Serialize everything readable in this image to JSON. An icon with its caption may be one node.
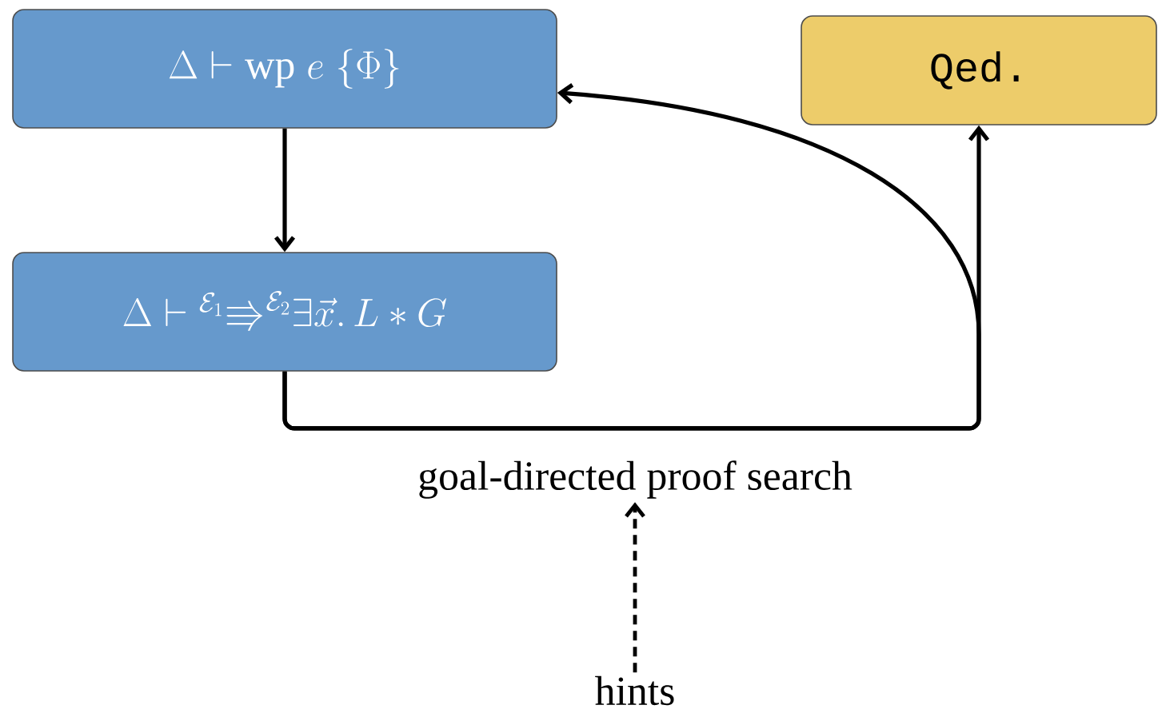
{
  "diagram": {
    "nodes": [
      {
        "text": [
          "\\Delta \\vdash \\mathrm{wp}\\; e\\; \\{\\Phi\\}"
        ]
      },
      {
        "text": [
          "\\Delta \\vdash {}^{\\mathcal{E}_1}{\\Rrightarrow}^{\\mathcal{E}_2} \\exists \\vec{x}.\\, L * G"
        ]
      },
      {
        "text": [
          "Qed."
        ]
      },
      {
        "text": [
          "goal-directed proof search"
        ]
      },
      {
        "text": [
          "hints"
        ]
      }
    ],
    "edges": [
      {
        "from": 0,
        "to": 1,
        "arrow": "to"
      },
      {
        "from": 1,
        "to": 2,
        "arrow": "to"
      },
      {
        "from": 1,
        "to": 0,
        "arrow": "to"
      },
      {
        "from": 4,
        "to": 3,
        "arrow": "to",
        "style": "dashed"
      }
    ]
  }
}
